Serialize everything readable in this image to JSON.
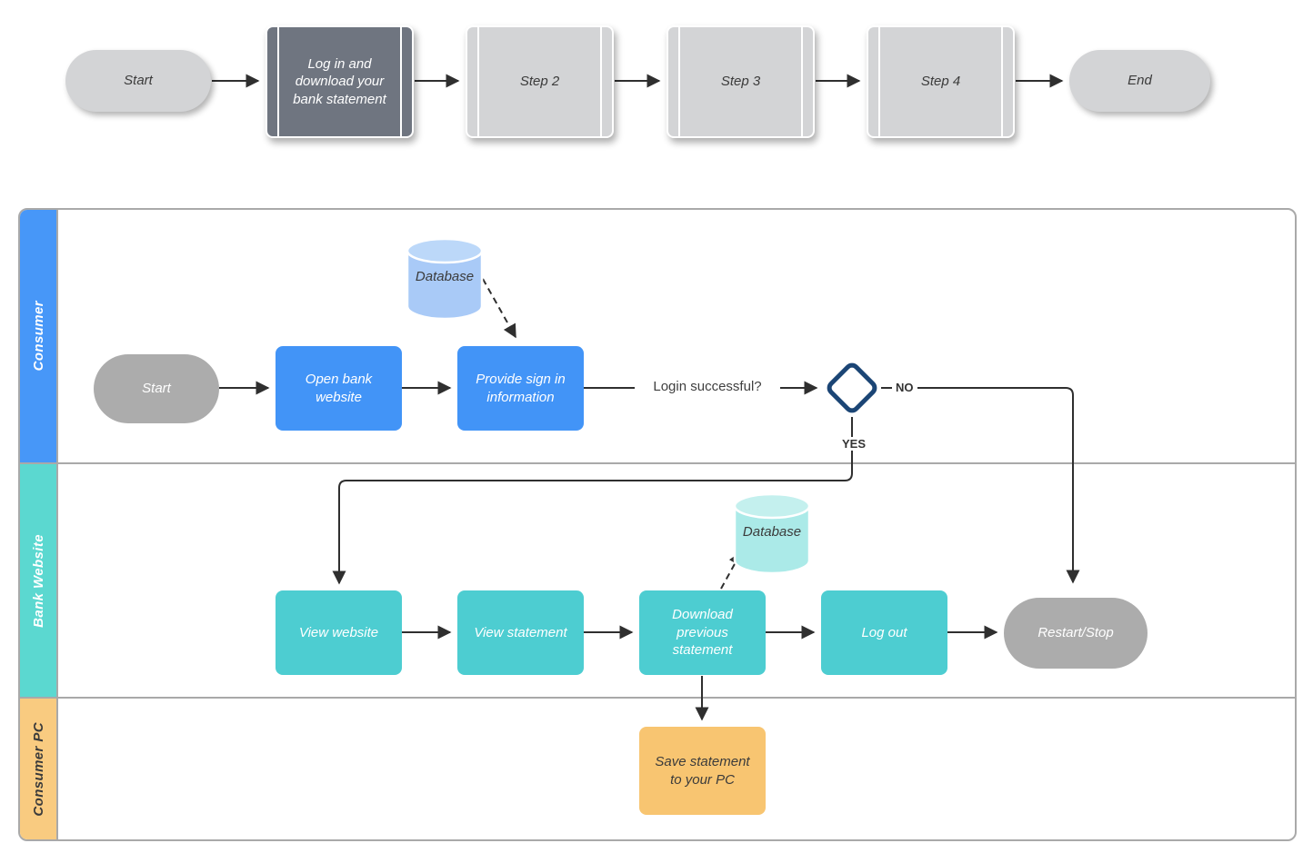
{
  "top_flow": {
    "nodes": [
      {
        "label": "Start"
      },
      {
        "label": "Log in and download your bank statement"
      },
      {
        "label": "Step 2"
      },
      {
        "label": "Step 3"
      },
      {
        "label": "Step 4"
      },
      {
        "label": "End"
      }
    ]
  },
  "swimlane": {
    "lanes": [
      {
        "label": "Consumer",
        "color": "#4797F8"
      },
      {
        "label": "Bank Website",
        "color": "#5BD8D0"
      },
      {
        "label": "Consumer PC",
        "color": "#F9CB80"
      }
    ],
    "consumer": {
      "start": "Start",
      "open_bank_website": "Open bank website",
      "provide_sign_in": "Provide sign in information",
      "database": "Database",
      "decision_question": "Login successful?",
      "yes": "YES",
      "no": "NO"
    },
    "bank_website": {
      "view_website": "View website",
      "view_statement": "View statement",
      "download_previous": "Download previous statement",
      "log_out": "Log out",
      "restart_stop": "Restart/Stop",
      "database": "Database"
    },
    "consumer_pc": {
      "save_statement": "Save statement to your PC"
    }
  },
  "colors": {
    "blue_process": "#4294F7",
    "teal_process": "#4DCDD1",
    "orange_process": "#F8C571",
    "gray_terminator": "#ACACAC",
    "light_gray_step": "#D3D4D6",
    "slate_step": "#6F7580",
    "blue_database": "#A9CAF7",
    "teal_database": "#ABEAE8",
    "decision_border": "#1B4575",
    "connector": "#2F2F2F",
    "lane_border": "#A9A9A9"
  }
}
